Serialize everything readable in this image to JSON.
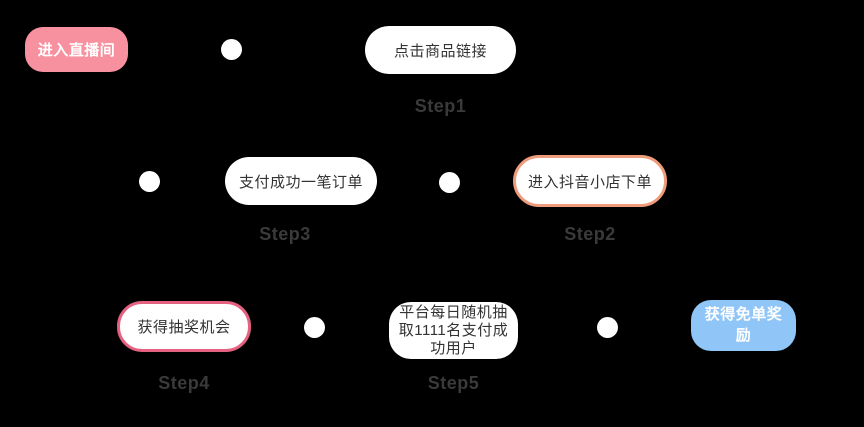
{
  "flow": {
    "nodes": [
      {
        "id": "enter-live-room",
        "label": "进入直播间",
        "style": "pink-filled"
      },
      {
        "id": "click-product-link",
        "label": "点击商品链接",
        "style": "white",
        "step": "Step1"
      },
      {
        "id": "enter-douyin-shop",
        "label": "进入抖音小店下单",
        "style": "orange-outline",
        "step": "Step2"
      },
      {
        "id": "pay-one-order",
        "label": "支付成功一笔订单",
        "style": "white",
        "step": "Step3"
      },
      {
        "id": "get-lottery-chance",
        "label": "获得抽奖机会",
        "style": "pink-outline",
        "step": "Step4"
      },
      {
        "id": "daily-random-draw",
        "label": "平台每日随机抽取1111名支付成功用户",
        "style": "white",
        "step": "Step5"
      },
      {
        "id": "free-order-reward",
        "label": "获得免单奖励",
        "style": "blue-filled"
      }
    ],
    "connector_dot_count": 5
  },
  "colors": {
    "background": "#000000",
    "node_fill_pink": "#F8919F",
    "node_fill_blue": "#90C5F8",
    "node_fill_white": "#FFFFFF",
    "node_border_orange": "#EF9C7C",
    "node_border_pink": "#E4617F",
    "node_text_dark": "#333333",
    "node_text_light": "#FFFFFF",
    "step_label_text": "#3A3A3A",
    "connector_dot": "#FFFFFF"
  }
}
